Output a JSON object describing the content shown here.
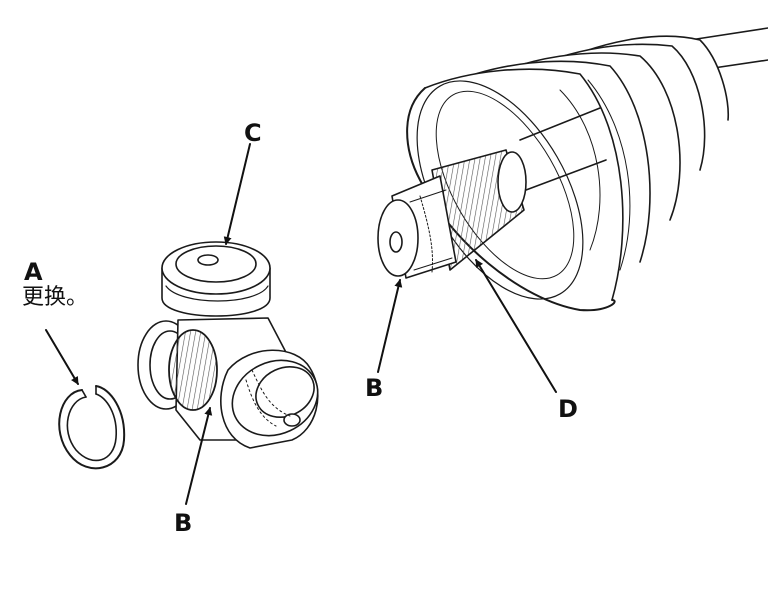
{
  "labels": {
    "a": "A",
    "a_note": "更换。",
    "b_tripod": "B",
    "b_shaft": "B",
    "c": "C",
    "d": "D"
  },
  "colors": {
    "line": "#1a1a1a",
    "fill": "#ffffff",
    "shade": "#d9d9d9"
  }
}
